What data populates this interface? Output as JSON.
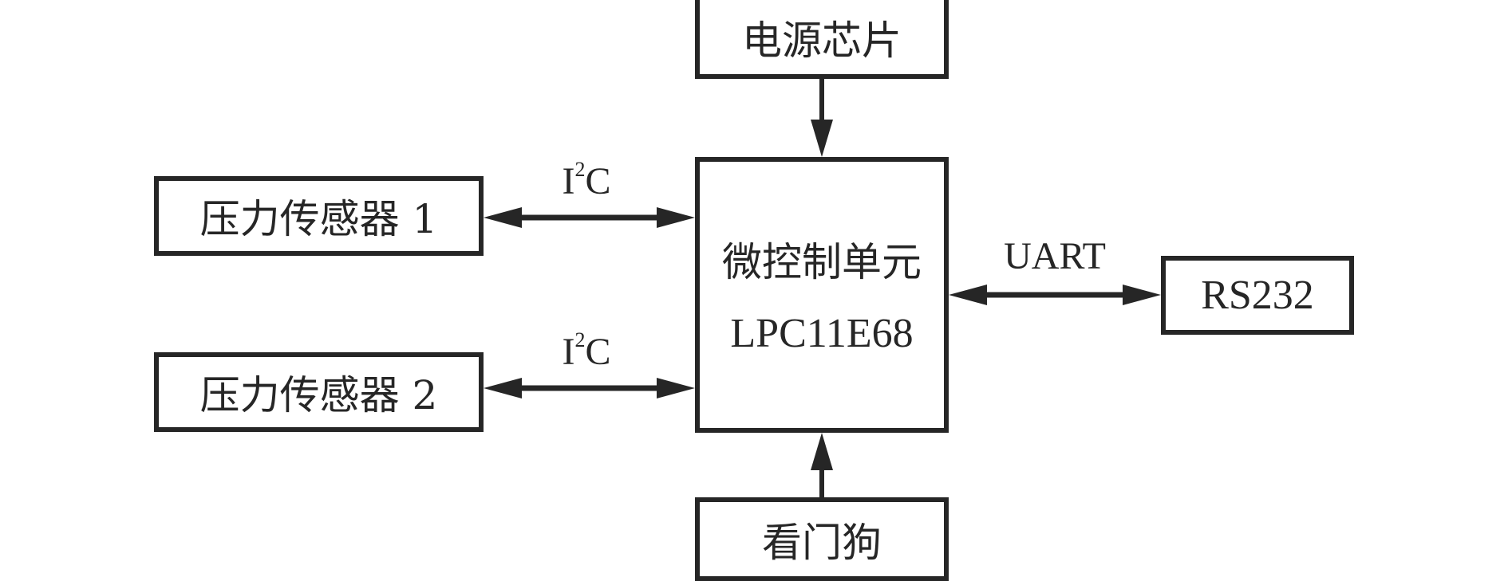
{
  "diagram": {
    "nodes": {
      "power_chip": "电源芯片",
      "mcu_name": "微控制单元",
      "mcu_model": "LPC11E68",
      "sensor1": "压力传感器 1",
      "sensor2": "压力传感器 2",
      "rs232": "RS232",
      "watchdog": "看门狗"
    },
    "edges": [
      {
        "from": "power_chip",
        "to": "mcu",
        "direction": "one-way",
        "label": ""
      },
      {
        "from": "sensor1",
        "to": "mcu",
        "direction": "bidirectional",
        "label": "I2C"
      },
      {
        "from": "sensor2",
        "to": "mcu",
        "direction": "bidirectional",
        "label": "I2C"
      },
      {
        "from": "mcu",
        "to": "rs232",
        "direction": "bidirectional",
        "label": "UART"
      },
      {
        "from": "watchdog",
        "to": "mcu",
        "direction": "one-way",
        "label": ""
      }
    ],
    "labels": {
      "i2c_base": "I",
      "i2c_sup": "2",
      "i2c_tail": "C",
      "uart": "UART"
    },
    "colors": {
      "stroke": "#262626",
      "background": "#ffffff"
    }
  }
}
